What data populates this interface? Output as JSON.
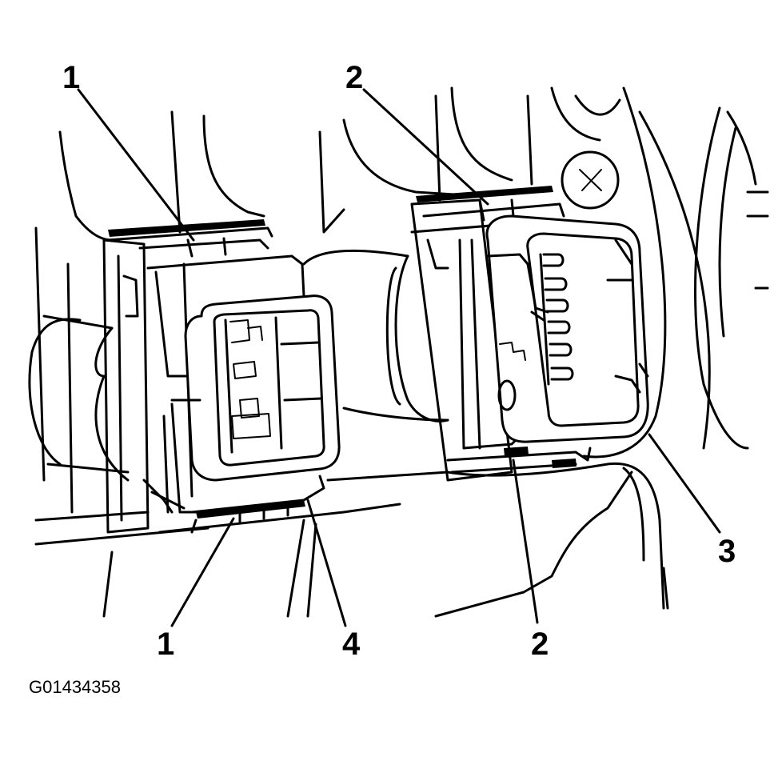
{
  "diagram": {
    "figure_id": "G01434358",
    "callouts": [
      {
        "id": "callout-1-top",
        "label": "1"
      },
      {
        "id": "callout-2-top",
        "label": "2"
      },
      {
        "id": "callout-1-bottom",
        "label": "1"
      },
      {
        "id": "callout-4",
        "label": "4"
      },
      {
        "id": "callout-2-bottom",
        "label": "2"
      },
      {
        "id": "callout-3",
        "label": "3"
      }
    ],
    "colors": {
      "ink": "#000000",
      "paper": "#ffffff"
    }
  }
}
